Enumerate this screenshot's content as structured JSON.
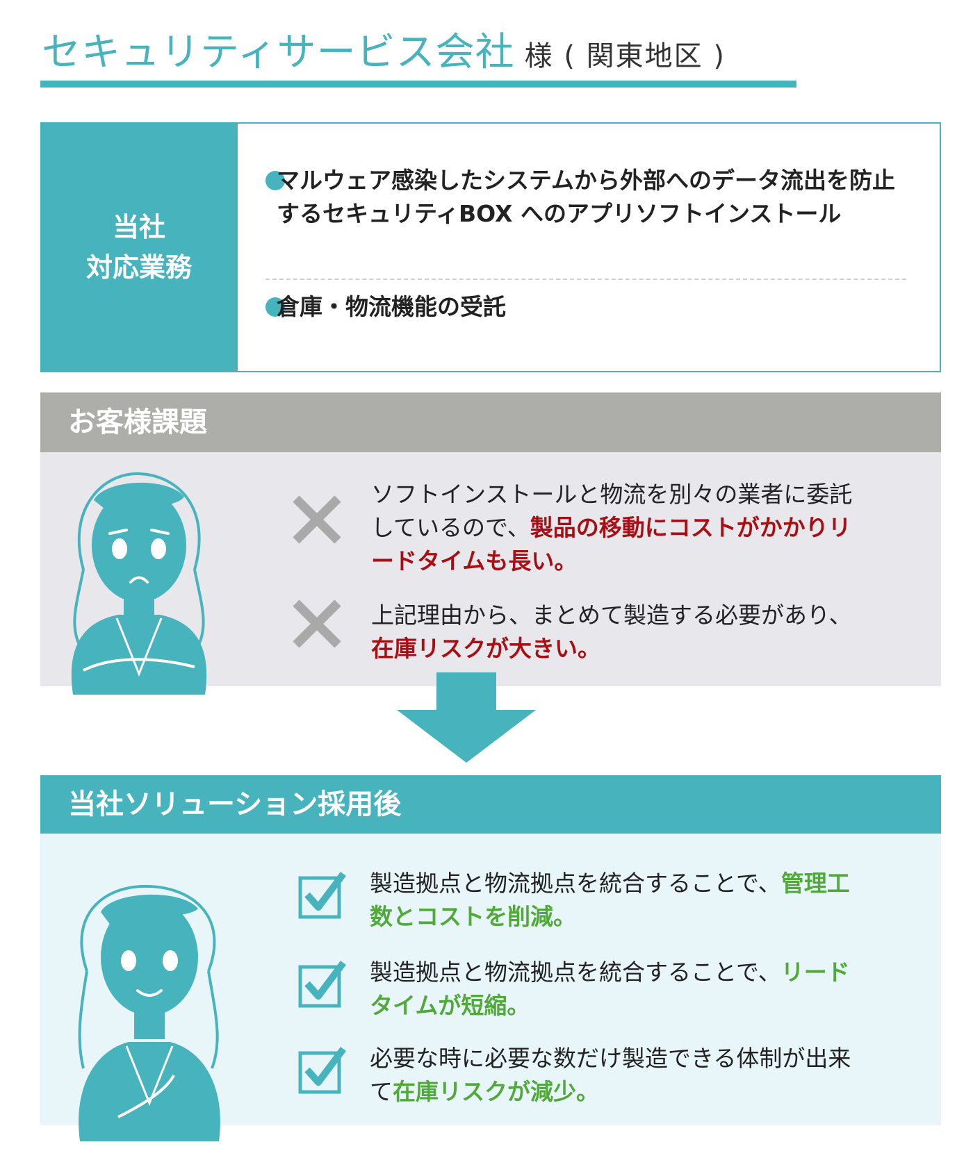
{
  "header": {
    "title_main": "セキュリティサービス会社",
    "title_sub": "様 ( 関東地区 )"
  },
  "scope": {
    "label_line1": "当社",
    "label_line2": "対応業務",
    "items": [
      "マルウェア感染したシステムから外部へのデータ流出を防止するセキュリティBOX へのアプリソフトインストール",
      "倉庫・物流機能の受託"
    ]
  },
  "problems": {
    "heading": "お客様課題",
    "items": [
      {
        "pre": "ソフトインストールと物流を別々の業者に委託しているので、",
        "em": "製品の移動にコストがかかりリードタイムも長い。"
      },
      {
        "pre": "上記理由から、まとめて製造する必要があり、",
        "em": "在庫リスクが大きい。"
      }
    ]
  },
  "solution": {
    "heading": "当社ソリューション採用後",
    "items": [
      {
        "pre": "製造拠点と物流拠点を統合することで、",
        "em": "管理工数とコストを削減。"
      },
      {
        "pre": "製造拠点と物流拠点を統合することで、",
        "em": "リードタイムが短縮。"
      },
      {
        "pre": "必要な時に必要な数だけ製造できる体制が出来て",
        "em": "在庫リスクが減少。"
      }
    ]
  },
  "colors": {
    "accent": "#46b3bd",
    "problem_header": "#adadaa",
    "problem_bg": "#e7e7ec",
    "solution_bg": "#e8f6fa",
    "problem_emphasis": "#a80f14",
    "solution_emphasis": "#51a93a",
    "cross_icon": "#a9a9a9"
  },
  "icons": {
    "problem_marker": "cross-icon",
    "solution_marker": "checkbox-icon",
    "transition": "down-arrow-icon",
    "worried_person": "worried-woman-illustration",
    "happy_person": "smiling-woman-illustration"
  }
}
